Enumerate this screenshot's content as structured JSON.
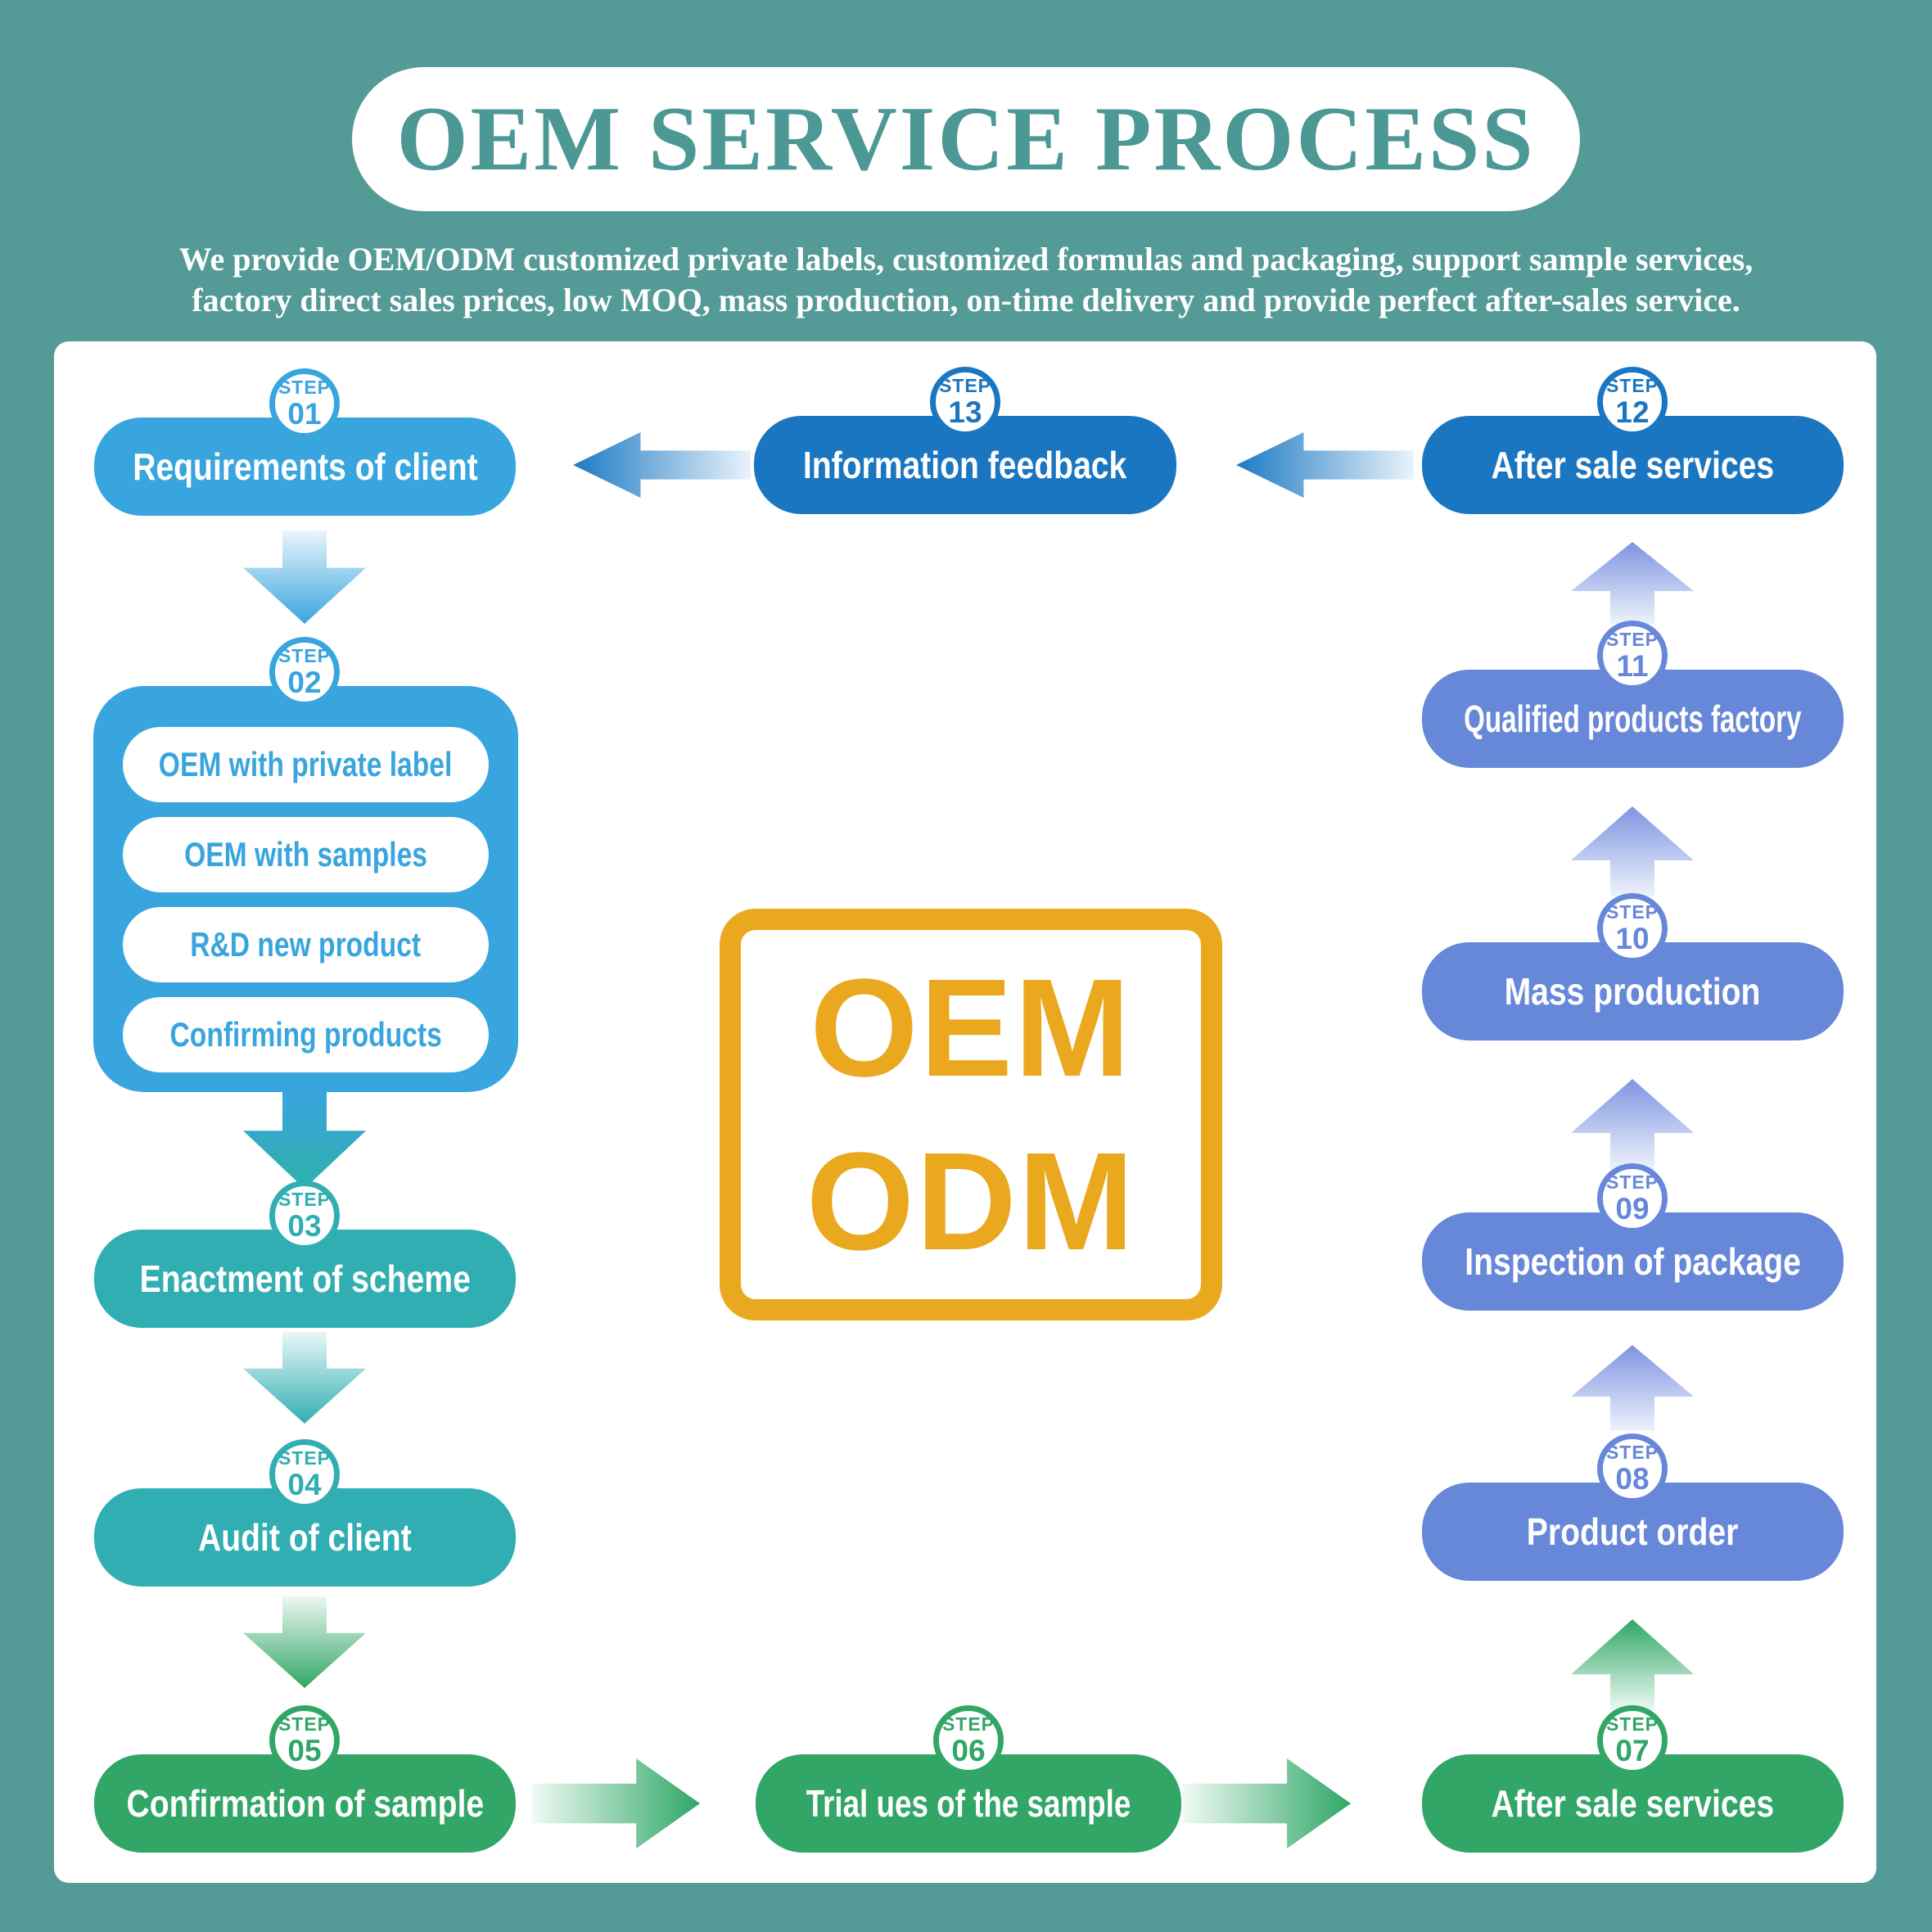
{
  "header": {
    "title": "OEM SERVICE PROCESS",
    "subtitle_line1": "We provide OEM/ODM customized private labels, customized formulas and packaging, support sample services,",
    "subtitle_line2": "factory direct sales prices, low MOQ, mass production, on-time delivery and provide perfect after-sales service."
  },
  "badge_word": "STEP",
  "logo": {
    "line1": "OEM",
    "line2": "ODM"
  },
  "colors": {
    "background_teal": "#549a97",
    "sky_blue": "#39a5de",
    "dark_blue": "#1a76c0",
    "teal_box": "#31aeb2",
    "green": "#31a666",
    "periwinkle": "#6787d9",
    "gold": "#eaa81f",
    "title_teal": "#4c9894"
  },
  "steps": [
    {
      "num": "01",
      "label": "Requirements of client"
    },
    {
      "num": "02",
      "options": [
        "OEM with private label",
        "OEM with samples",
        "R&D new product",
        "Confirming products"
      ]
    },
    {
      "num": "03",
      "label": "Enactment of scheme"
    },
    {
      "num": "04",
      "label": "Audit of client"
    },
    {
      "num": "05",
      "label": "Confirmation of sample"
    },
    {
      "num": "06",
      "label": "Trial ues of the sample"
    },
    {
      "num": "07",
      "label": "After sale services"
    },
    {
      "num": "08",
      "label": "Product order"
    },
    {
      "num": "09",
      "label": "Inspection of package"
    },
    {
      "num": "10",
      "label": "Mass production"
    },
    {
      "num": "11",
      "label": "Qualified products factory"
    },
    {
      "num": "12",
      "label": "After sale services"
    },
    {
      "num": "13",
      "label": "Information feedback"
    }
  ]
}
